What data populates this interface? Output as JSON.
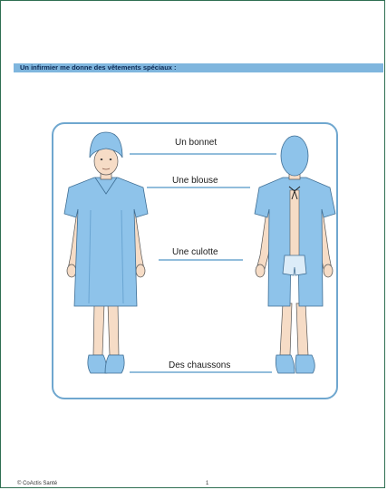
{
  "heading": "Un infirmier me donne des vêtements spéciaux :",
  "garments": [
    {
      "label": "Un bonnet"
    },
    {
      "label": "Une blouse"
    },
    {
      "label": "Une culotte"
    },
    {
      "label": "Des chaussons"
    }
  ],
  "footer": {
    "copyright": "© CoActis Santé",
    "page_number": "1"
  },
  "colors": {
    "frame": "#2f6f52",
    "banner": "#7fb6de",
    "card_border": "#6fa7cf",
    "gown": "#8ec3ea",
    "gown_shadow": "#6aa5d2",
    "skin": "#f6dcc6",
    "connector_line": "#6fa7cf"
  }
}
